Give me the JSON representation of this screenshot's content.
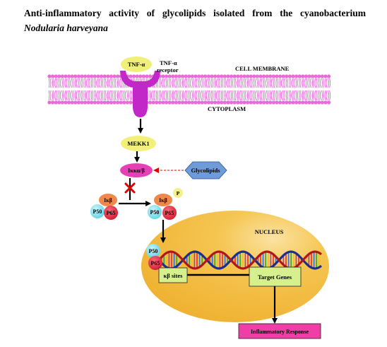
{
  "title": {
    "line1": "Anti-inflammatory activity of glycolipids isolated from the cyanobacterium",
    "line2": "Nodularia harveyana"
  },
  "labels": {
    "tnf_alpha": "TNF-α",
    "receptor_line1": "TNF-α",
    "receptor_line2": "receptor",
    "cell_membrane": "CELL MEMBRANE",
    "cytoplasm": "CYTOPLASM",
    "mekk1": "MEKK1",
    "ikk": "Iκκα/β",
    "glycolipids": "Glycolipids",
    "ikb_left": "Iκβ",
    "p50_left": "P50",
    "p65_left": "P65",
    "ikb_right": "Iκβ",
    "phosphate": "P",
    "p50_right": "P50",
    "p65_right": "P65",
    "nucleus": "NUCLEUS",
    "p50_nucleus": "P50",
    "p65_nucleus": "P65",
    "kb_sites": "κβ sites",
    "target_genes": "Target Genes",
    "inflammatory_response": "Inflammatory Response"
  },
  "colors": {
    "membrane_head": "#e96bd8",
    "receptor": "#c227c8",
    "tnf": "#f0ef7a",
    "mekk1": "#f3f07a",
    "ikk": "#e541b4",
    "glycolipids": "#6f9bd8",
    "ikb": "#f0884a",
    "p50": "#7fe0ee",
    "p65": "#e8283e",
    "phosphate": "#f5f08a",
    "nucleus": "#f4bd3f",
    "gene_box": "#d5f08c",
    "response_box": "#ef3fa6",
    "inhibit_arrow": "#e00000"
  }
}
